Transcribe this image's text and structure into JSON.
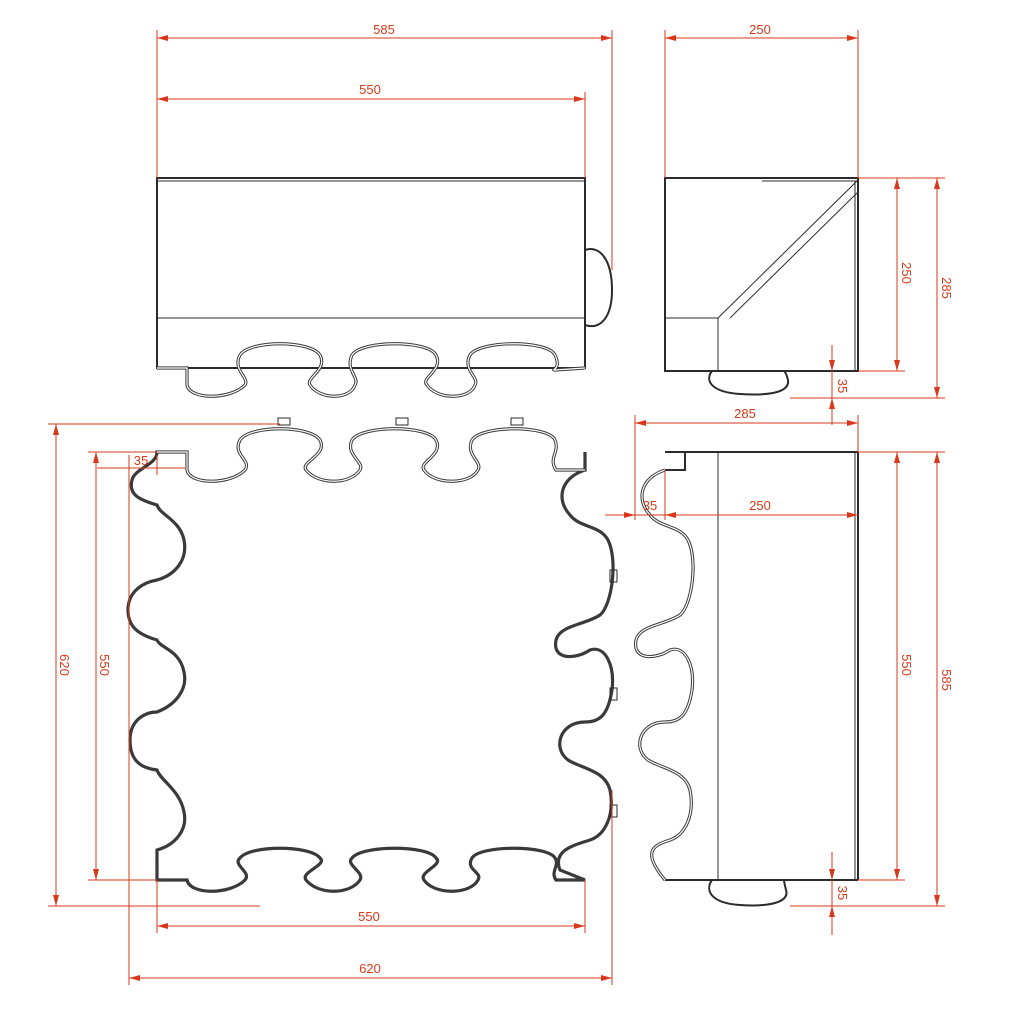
{
  "colors": {
    "dimension": "#d9391a",
    "outline": "#2b2b2b"
  },
  "front_view": {
    "overall_width": "585",
    "base_width": "550"
  },
  "side_view": {
    "width": "250",
    "depth": "250",
    "height": "285",
    "lug": "35"
  },
  "plan_view": {
    "edge_offset": "35",
    "inner_height": "550",
    "overall_height": "620",
    "inner_width": "550",
    "overall_width": "620"
  },
  "right_view": {
    "overall_width": "285",
    "lug": "35",
    "inner_width": "250",
    "inner_height": "550",
    "overall_height": "585",
    "bottom_lug": "35"
  }
}
